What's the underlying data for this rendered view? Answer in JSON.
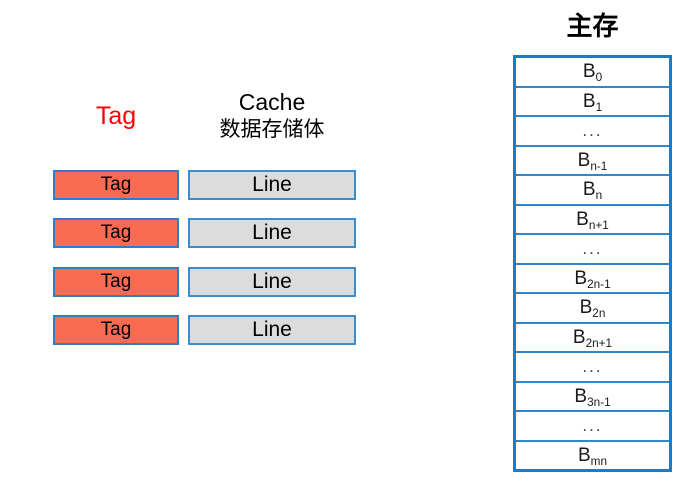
{
  "cache": {
    "tag_heading": "Tag",
    "cache_heading_line1": "Cache",
    "cache_heading_line2": "数据存储体",
    "tag_color": "#ff0000",
    "tag_fill": "#fb6b52",
    "line_fill": "#dcdcdc",
    "border_color": "#2e7fc4",
    "rows": [
      {
        "tag": "Tag",
        "line": "Line"
      },
      {
        "tag": "Tag",
        "line": "Line"
      },
      {
        "tag": "Tag",
        "line": "Line"
      },
      {
        "tag": "Tag",
        "line": "Line"
      }
    ]
  },
  "memory": {
    "title": "主存",
    "border_color": "#1f7ac6",
    "rows": [
      {
        "base": "B",
        "sub": "0",
        "is_ellipsis": false,
        "text": "B0"
      },
      {
        "base": "B",
        "sub": "1",
        "is_ellipsis": false,
        "text": "B1"
      },
      {
        "base": "",
        "sub": "",
        "is_ellipsis": true,
        "text": "..."
      },
      {
        "base": "B",
        "sub": "n-1",
        "is_ellipsis": false,
        "text": "Bn-1"
      },
      {
        "base": "B",
        "sub": "n",
        "is_ellipsis": false,
        "text": "Bn"
      },
      {
        "base": "B",
        "sub": "n+1",
        "is_ellipsis": false,
        "text": "Bn+1"
      },
      {
        "base": "",
        "sub": "",
        "is_ellipsis": true,
        "text": "..."
      },
      {
        "base": "B",
        "sub": "2n-1",
        "is_ellipsis": false,
        "text": "B2n-1"
      },
      {
        "base": "B",
        "sub": "2n",
        "is_ellipsis": false,
        "text": "B2n"
      },
      {
        "base": "B",
        "sub": "2n+1",
        "is_ellipsis": false,
        "text": "B2n+1"
      },
      {
        "base": "",
        "sub": "",
        "is_ellipsis": true,
        "text": "..."
      },
      {
        "base": "B",
        "sub": "3n-1",
        "is_ellipsis": false,
        "text": "B3n-1"
      },
      {
        "base": "",
        "sub": "",
        "is_ellipsis": true,
        "text": "..."
      },
      {
        "base": "B",
        "sub": "mn",
        "is_ellipsis": false,
        "text": "Bmn"
      }
    ]
  }
}
